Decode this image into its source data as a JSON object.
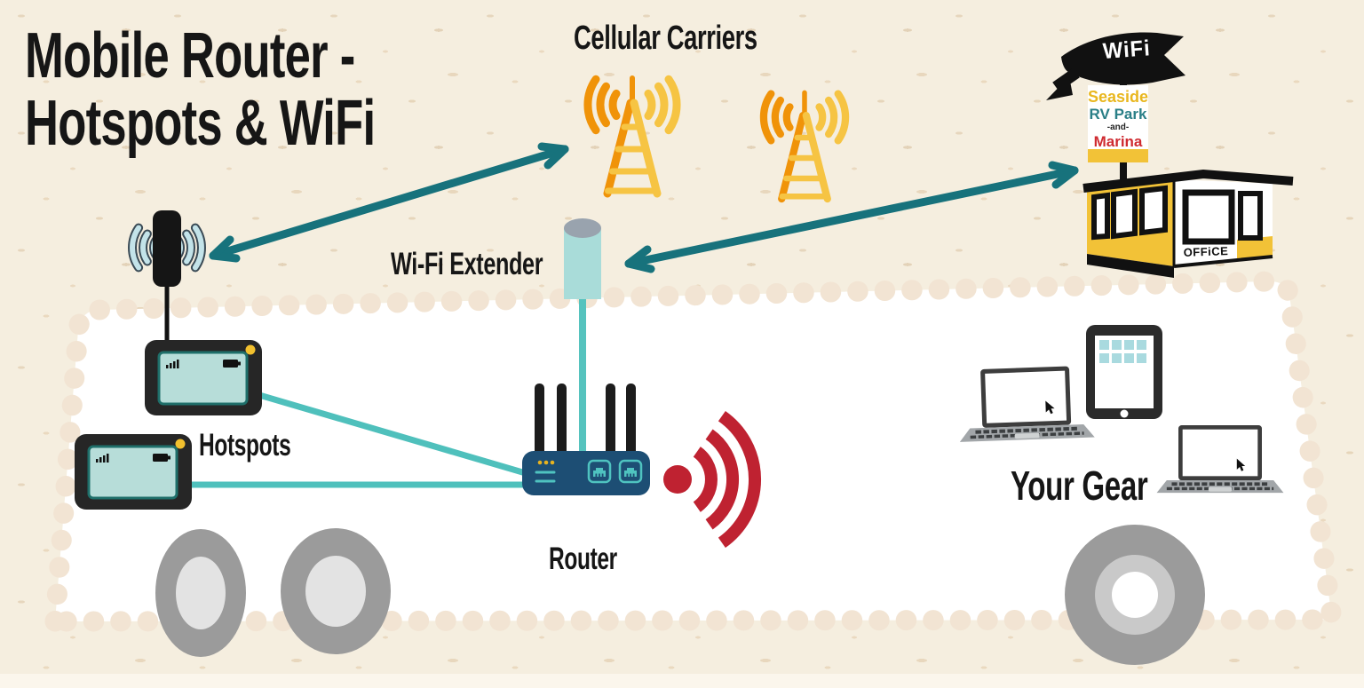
{
  "title": {
    "line1": "Mobile Router -",
    "line2": "Hotspots & WiFi"
  },
  "labels": {
    "cellular_carriers": "Cellular Carriers",
    "wifi_extender": "Wi-Fi Extender",
    "hotspots": "Hotspots",
    "router": "Router",
    "your_gear": "Your Gear"
  },
  "park_sign": {
    "flag": "WiFi",
    "name_line1": "Seaside",
    "name_line2": "RV Park",
    "name_line3": "-and-",
    "name_line4": "Marina",
    "office": "OFFiCE"
  },
  "icons": {
    "cell_tower_icon": "radio-tower",
    "wifi_waves_icon": "wifi-waves",
    "antenna_icon": "roof-antenna",
    "extender_icon": "wifi-extender-cylinder",
    "hotspot_icon": "mobile-hotspot-device",
    "router_icon": "wifi-router",
    "ethernet_port_icon": "ethernet-port",
    "wifi_signal_icon": "wifi-signal-red",
    "laptop_icon": "laptop",
    "tablet_icon": "tablet",
    "rv_icon": "rv-trailer-body",
    "wheel_icon": "rv-wheel",
    "office_building_icon": "rv-park-office",
    "wifi_flag_icon": "wifi-flag-arrow"
  },
  "colors": {
    "background": "#F5EEDF",
    "speckle": "#E4D4BC",
    "rv_white": "#FFFFFF",
    "scallop": "#F2E4D3",
    "teal_dark": "#17727C",
    "teal_light": "#4FC0BC",
    "wave_blue": "#C3E3E9",
    "router_navy": "#1D4E74",
    "wifi_red": "#BF2231",
    "tower_orange": "#F09309",
    "tower_yellow": "#F6C443",
    "sign_yellow": "#E9B71F",
    "sign_teal": "#2A7F87",
    "sign_red": "#CF2B31",
    "led_yellow": "#F2C02E"
  }
}
